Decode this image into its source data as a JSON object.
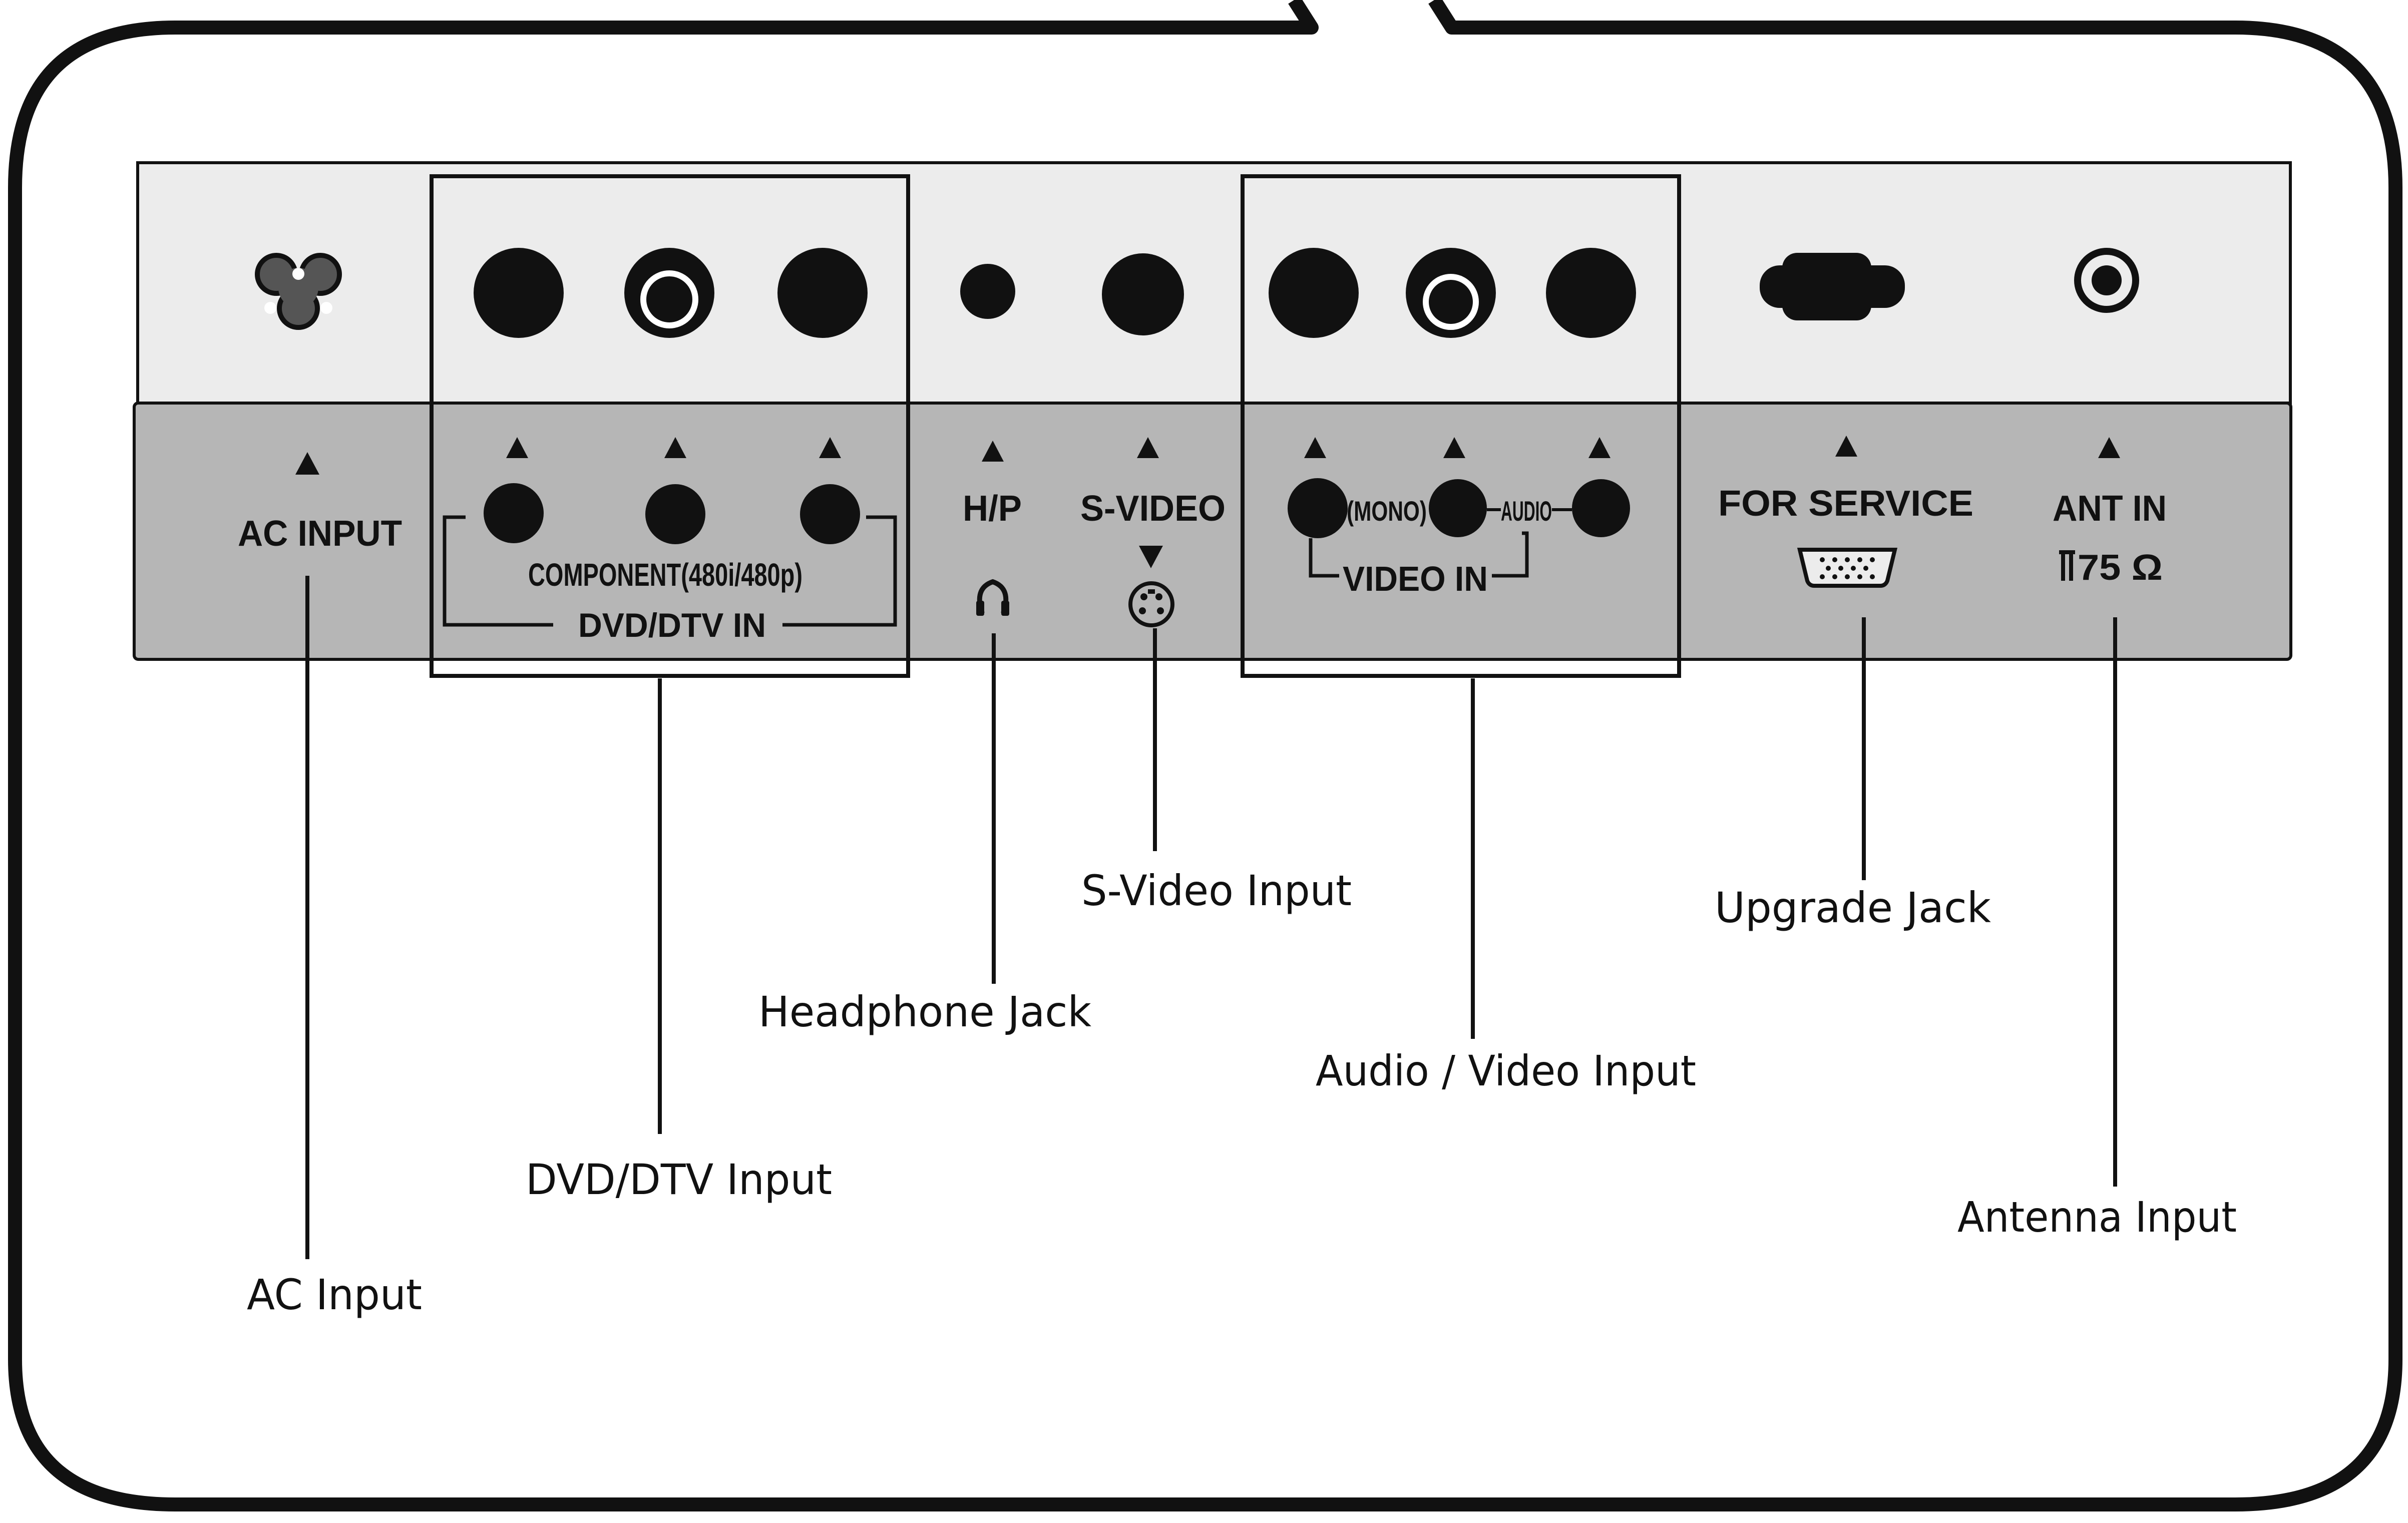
{
  "panel_labels": {
    "ac_input": "AC INPUT",
    "component": "COMPONENT(480i/480p)",
    "dvd_dtv_in": "DVD/DTV IN",
    "hp": "H/P",
    "s_video": "S-VIDEO",
    "mono": "(MONO)",
    "audio": "AUDIO",
    "video_in": "VIDEO IN",
    "for_service": "FOR SERVICE",
    "ant_in": "ANT IN",
    "ohm": "75 Ω"
  },
  "callouts": {
    "ac_input": "AC Input",
    "dvd_dtv_input": "DVD/DTV Input",
    "headphone_jack": "Headphone Jack",
    "s_video_input": "S-Video Input",
    "audio_video_input": "Audio / Video Input",
    "upgrade_jack": "Upgrade Jack",
    "antenna_input": "Antenna Input"
  },
  "colors": {
    "panel_top": "#ececec",
    "panel_bottom": "#b6b6b6",
    "ink": "#111111",
    "background": "#ffffff"
  }
}
